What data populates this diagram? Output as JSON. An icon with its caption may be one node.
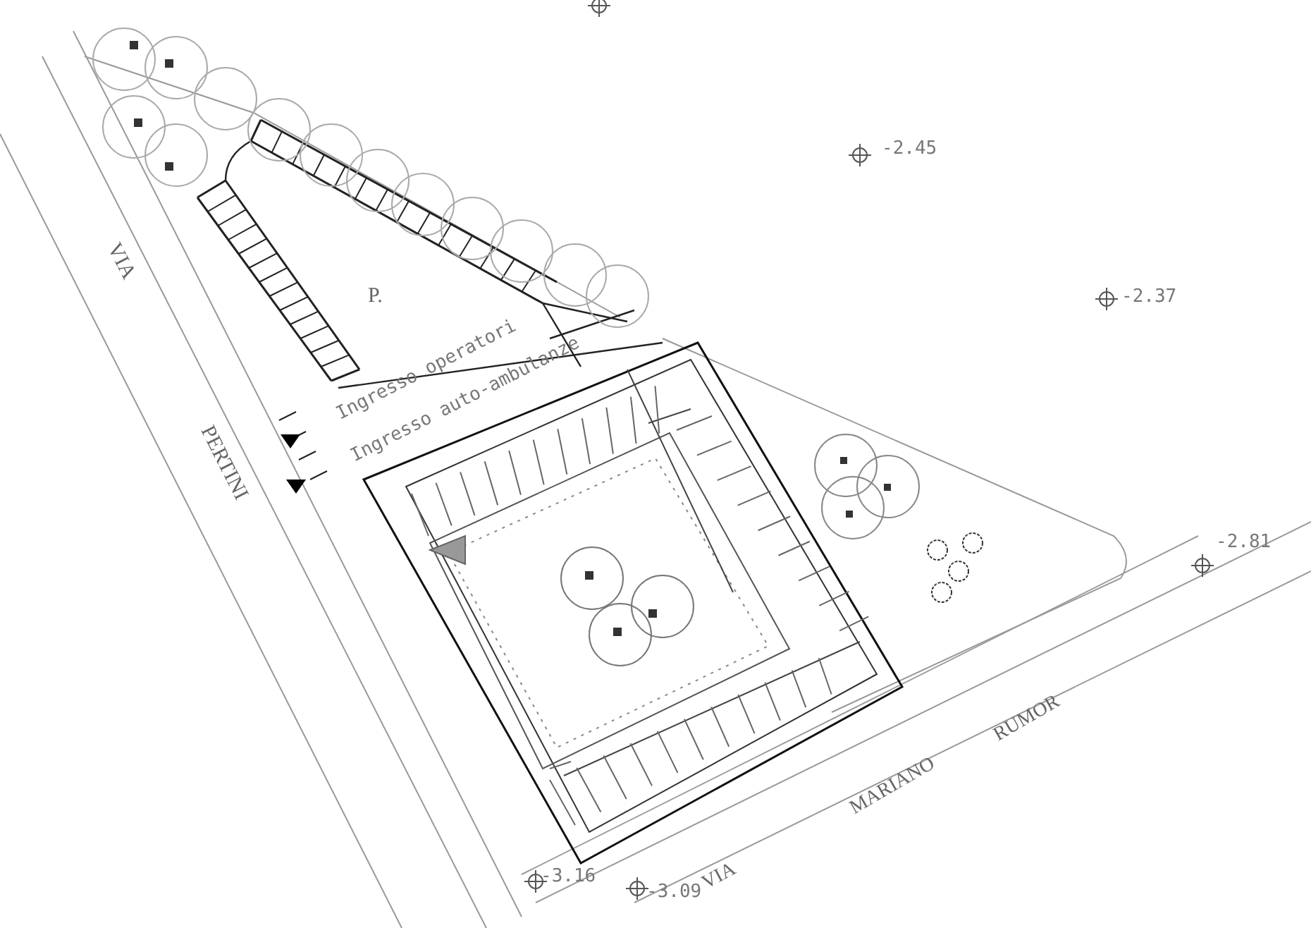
{
  "diagram": {
    "labels": [
      "VIA",
      "PERTINI",
      "P.",
      "Ingresso operatori",
      "Ingresso auto-ambulanze",
      "-2.45",
      "-2.37",
      "-2.81",
      "-3.16",
      "-3.09",
      "VIA",
      "MARIANO",
      "RUMOR"
    ]
  }
}
